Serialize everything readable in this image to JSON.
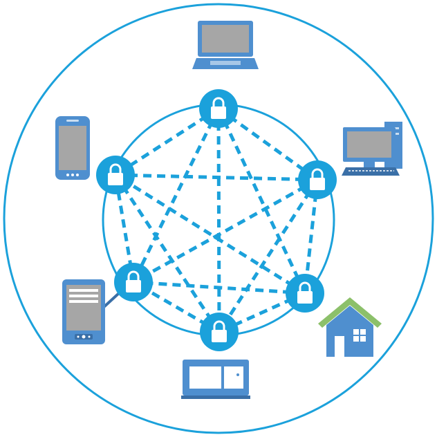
{
  "diagram": {
    "kind": "network",
    "topology": "full-mesh",
    "colors": {
      "primary": "#1ba1db",
      "device_blue": "#4f8fcf",
      "device_dark": "#3a6fa7",
      "screen_gray": "#a6a6a6",
      "house_roof": "#8cc06a",
      "lock_white": "#ffffff",
      "background": "#ffffff"
    },
    "nodes": [
      {
        "id": "node-top",
        "icon": "lock-icon"
      },
      {
        "id": "node-upper-right",
        "icon": "lock-icon"
      },
      {
        "id": "node-lower-right",
        "icon": "lock-icon"
      },
      {
        "id": "node-bottom",
        "icon": "lock-icon"
      },
      {
        "id": "node-lower-left",
        "icon": "lock-icon"
      },
      {
        "id": "node-upper-left",
        "icon": "lock-icon"
      }
    ],
    "devices": [
      {
        "id": "laptop",
        "icon": "laptop-icon"
      },
      {
        "id": "desktop-computer",
        "icon": "desktop-computer-icon"
      },
      {
        "id": "house",
        "icon": "house-icon"
      },
      {
        "id": "appliance-box",
        "icon": "appliance-icon"
      },
      {
        "id": "tablet-with-stylus",
        "icon": "tablet-stylus-icon"
      },
      {
        "id": "smartphone",
        "icon": "smartphone-icon"
      }
    ]
  }
}
